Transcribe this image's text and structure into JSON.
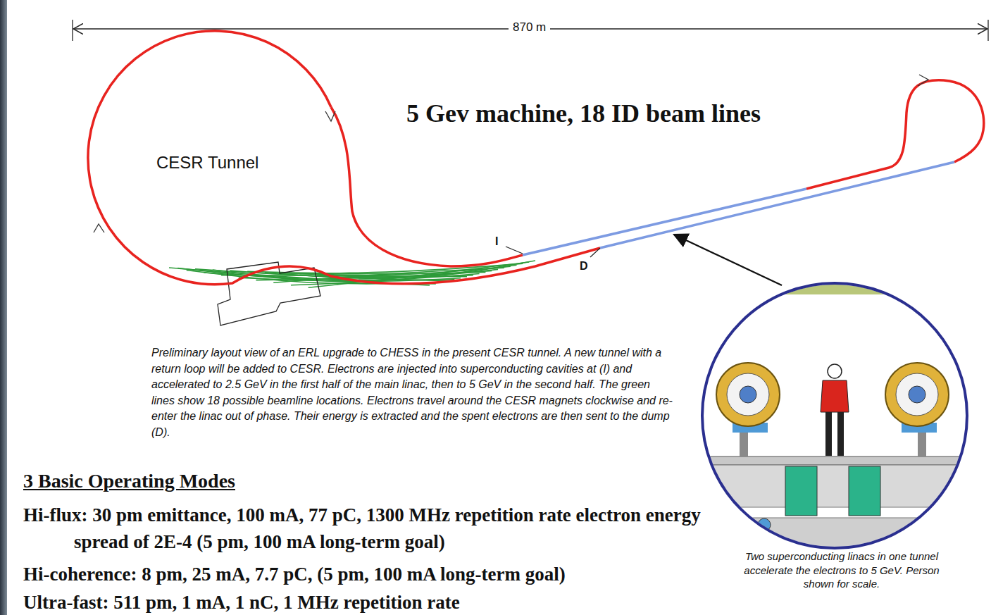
{
  "diagram": {
    "title": "5 Gev machine, 18 ID beam lines",
    "caption": "Preliminary layout view of an ERL upgrade to CHESS in the present CESR tunnel. A new tunnel with a return loop will be added to CESR. Electrons are injected into superconducting cavities at (I) and accelerated to 2.5 GeV in the first half of the main linac, then to 5 GeV in the second half. The green lines show 18 possible beamline locations. Electrons travel around the CESR magnets clockwise and re-enter the linac out of phase. Their energy is extracted and the spent electrons are then sent to the dump (D).",
    "labels": [
      "870 m",
      "CESR Tunnel",
      "I",
      "D",
      "3 Basic Operating Modes",
      "Hi-flux: 30 pm emittance, 100 mA, 77 pC, 1300 MHz repetition rate electron energy spread of 2E-4 (5 pm, 100 mA long-term goal)",
      "Hi-coherence: 8 pm, 25 mA, 7.7 pC, (5 pm, 100 mA long-term goal)",
      "Ultra-fast: 511 pm, 1 mA, 1 nC, 1 MHz repetition rate",
      "Two superconducting linacs in one tunnel accelerate the electrons to 5 GeV. Person shown for scale."
    ]
  }
}
